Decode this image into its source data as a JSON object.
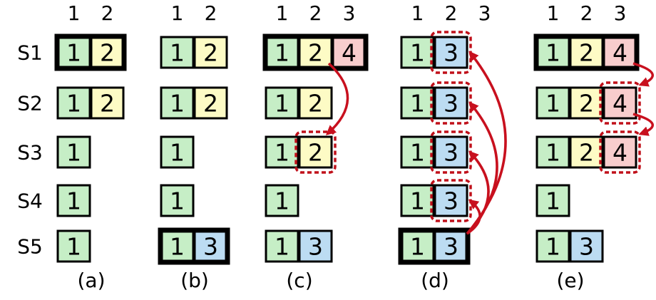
{
  "colors": {
    "term1": "#c6eec6",
    "term2": "#fdfbc5",
    "term3": "#bcdcf2",
    "term4": "#f8cdcd",
    "arrow": "#c8101e",
    "committed_outline": "#c0101a"
  },
  "servers": [
    "S1",
    "S2",
    "S3",
    "S4",
    "S5"
  ],
  "panels": [
    {
      "caption": "(a)",
      "index_labels": [
        "1",
        "2"
      ],
      "logs": [
        [
          "1",
          "2"
        ],
        [
          "1",
          "2"
        ],
        [
          "1"
        ],
        [
          "1"
        ],
        [
          "1"
        ]
      ],
      "leader": "S1",
      "highlights": [],
      "arrows": []
    },
    {
      "caption": "(b)",
      "index_labels": [
        "1",
        "2"
      ],
      "logs": [
        [
          "1",
          "2"
        ],
        [
          "1",
          "2"
        ],
        [
          "1"
        ],
        [
          "1"
        ],
        [
          "1",
          "3"
        ]
      ],
      "leader": "S5",
      "highlights": [],
      "arrows": []
    },
    {
      "caption": "(c)",
      "index_labels": [
        "1",
        "2",
        "3"
      ],
      "logs": [
        [
          "1",
          "2",
          "4"
        ],
        [
          "1",
          "2"
        ],
        [
          "1",
          "2"
        ],
        [
          "1"
        ],
        [
          "1",
          "3"
        ]
      ],
      "leader": "S1",
      "highlights": [
        {
          "server": "S3",
          "index": 2
        }
      ],
      "arrows": [
        {
          "from": "S1",
          "to": "S3",
          "index": 2
        }
      ]
    },
    {
      "caption": "(d)",
      "index_labels": [
        "1",
        "2",
        "3"
      ],
      "logs": [
        [
          "1",
          "3"
        ],
        [
          "1",
          "3"
        ],
        [
          "1",
          "3"
        ],
        [
          "1",
          "3"
        ],
        [
          "1",
          "3"
        ]
      ],
      "leader": "S5",
      "highlights": [
        {
          "server": "S1",
          "index": 2
        },
        {
          "server": "S2",
          "index": 2
        },
        {
          "server": "S3",
          "index": 2
        },
        {
          "server": "S4",
          "index": 2
        }
      ],
      "arrows": [
        {
          "from": "S5",
          "to": "S1",
          "index": 2
        },
        {
          "from": "S5",
          "to": "S2",
          "index": 2
        },
        {
          "from": "S5",
          "to": "S3",
          "index": 2
        },
        {
          "from": "S5",
          "to": "S4",
          "index": 2
        }
      ]
    },
    {
      "caption": "(e)",
      "index_labels": [
        "1",
        "2",
        "3"
      ],
      "logs": [
        [
          "1",
          "2",
          "4"
        ],
        [
          "1",
          "2",
          "4"
        ],
        [
          "1",
          "2",
          "4"
        ],
        [
          "1"
        ],
        [
          "1",
          "3"
        ]
      ],
      "leader": "S1",
      "highlights": [
        {
          "server": "S2",
          "index": 3
        },
        {
          "server": "S3",
          "index": 3
        }
      ],
      "arrows": [
        {
          "from": "S1",
          "to": "S2",
          "index": 3
        },
        {
          "from": "S2",
          "to": "S3",
          "index": 3
        }
      ]
    }
  ]
}
